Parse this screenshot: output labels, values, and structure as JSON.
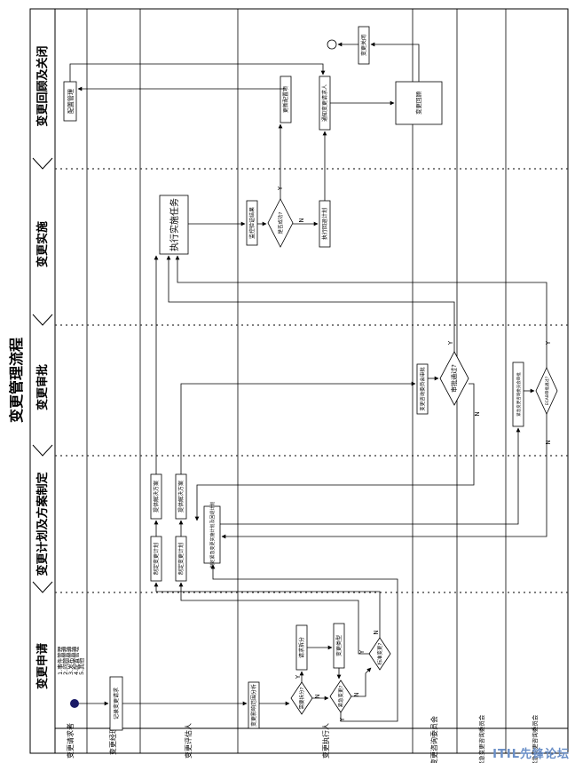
{
  "title": "变更管理流程",
  "phases": {
    "request": "变更申请",
    "planning": "变更计划及方案制定",
    "approval": "变更审批",
    "implementation": "变更实施",
    "review": "变更回顾及关闭"
  },
  "roles": {
    "requester": "变更请求者",
    "manager": "变更经理",
    "assessor": "变更评估人",
    "executor": "变更执行人",
    "cab": "变更咨询委员会",
    "ecab": "紧急变更咨询委员会"
  },
  "request_sources": [
    "1.事件管理",
    "2.问题管理",
    "3.发布管理",
    "4.配置管理",
    "5.其他"
  ],
  "nodes": {
    "record_request": "记录变更请求",
    "classify": "变更影响范围分析",
    "split_q": "需要拆分?",
    "split_request": "请求拆分",
    "emergency_q": "紧急变更?",
    "change_type": "变更类型",
    "standard_q": "标准变更?",
    "plan_a": "制定变更计划",
    "plan_b": "制定变更计划",
    "solution_a": "提供解决方案",
    "solution_b": "提供解决方案",
    "emergency_plan": "制定紧急变更实施计划及回退计划",
    "cab_review": "变更咨询委员会审批",
    "approve_q": "审批通过?",
    "ecab_review": "紧急变更咨询委员会审批",
    "ecab_q": "ECAB审批通过?",
    "execute_task": "执行实施任务",
    "monitor_result": "监控验证结果",
    "success_q": "是否成功?",
    "rollback": "执行回退计划",
    "update_config": "更新配置项",
    "notify": "通知变更请求人",
    "config_mgmt": "配置管理",
    "change_review": "变更回顾",
    "change_close": "变更关闭"
  },
  "edge_labels": {
    "yes": "Y",
    "no": "N"
  },
  "watermark": "ITIL先锋论坛"
}
